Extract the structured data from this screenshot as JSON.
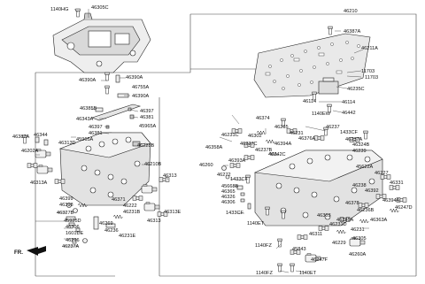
{
  "labels": {
    "1140HG": "1140HG",
    "46305C": "46305C",
    "46210": "46210",
    "46387A_top": "46387A",
    "46211A": "46211A",
    "11703_a": "11703",
    "11703_b": "11703",
    "46235C": "46235C",
    "46114_a": "46114",
    "46114_b": "46114",
    "1140EW": "1140EW",
    "46442": "46442",
    "46390A_a": "46390A",
    "46390A_b": "46390A",
    "46755A": "46755A",
    "46390A_c": "46390A",
    "46385B": "46385B",
    "46343A": "46343A",
    "46397_a": "46397",
    "46381_a": "46381",
    "46397_b": "46397",
    "46381_b": "46381",
    "45965A_a": "45965A",
    "45965A_b": "45965A",
    "46387A_left": "46387A",
    "46344": "46344",
    "46313D": "46313D",
    "46202A": "46202A",
    "46228B": "46228B",
    "46210B": "46210B",
    "46313A": "46313A",
    "46399": "46399",
    "46398": "46398",
    "46327B": "46327B",
    "45925D": "45925D",
    "46306": "46306",
    "1601DE": "1601DE",
    "46296": "46296",
    "46237A_left": "46237A",
    "46371": "46371",
    "46222": "46222",
    "46231B": "46231B",
    "46313_a": "46313",
    "46313E": "46313E",
    "46313_b": "46313",
    "46269": "46269",
    "46236": "46236",
    "46231E": "46231E",
    "46374": "46374",
    "46265": "46265",
    "46231": "46231",
    "46376A": "46376A",
    "46237_top": "46237",
    "1433CF_a": "1433CF",
    "46237A_right": "46237A",
    "46324B": "46324B",
    "46239": "46239",
    "46231C": "46231C",
    "46302": "46302",
    "46237C": "46237C",
    "46394A_top": "46394A",
    "46358A": "46358A",
    "46237B": "46237B",
    "46342C": "46342C",
    "46393A": "46393A",
    "46260": "46260",
    "46272": "46272",
    "1433CF_b": "1433CF",
    "45622A": "45622A",
    "45668B": "45668B",
    "46365": "46365",
    "46326": "46326",
    "46306_b": "46306",
    "1433CF_c": "1433CF",
    "1140ET": "1140ET",
    "46227": "46227",
    "46331": "46331",
    "46238": "46238",
    "46392": "46392",
    "46394A_b": "46394A",
    "46247D": "46247D",
    "46378": "46378",
    "46236B": "46236B",
    "46363A": "46363A",
    "46303": "46303",
    "46245A": "46245A",
    "46231D": "46231D",
    "46231_b": "46231",
    "46311": "46311",
    "46229": "46229",
    "46305": "46305",
    "1140FZ_a": "1140FZ",
    "45843": "45843",
    "46247F": "46247F",
    "46260A": "46260A",
    "1140FZ_b": "1140FZ",
    "1140ET_b": "1140ET",
    "fr": "FR."
  }
}
